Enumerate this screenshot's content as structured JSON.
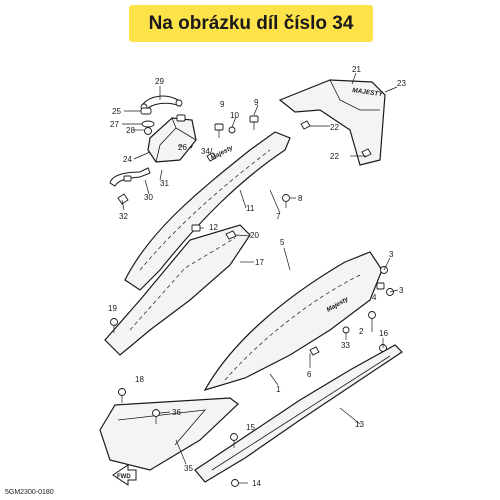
{
  "banner": {
    "text": "Na obrázku díl číslo 34",
    "color": "#fde24a"
  },
  "diagram": {
    "code": "5GM2300-0180",
    "brand_text_front": "Majesty",
    "brand_text_tail": "MAJESTY",
    "fwd_label": "FWD",
    "callouts": [
      "29",
      "25",
      "27",
      "28",
      "26",
      "24",
      "31",
      "30",
      "32",
      "10",
      "9",
      "9",
      "34",
      "11",
      "7",
      "8",
      "12",
      "20",
      "21",
      "23",
      "22",
      "22",
      "5",
      "17",
      "3",
      "3",
      "4",
      "19",
      "18",
      "2",
      "16",
      "33",
      "6",
      "1",
      "13",
      "36",
      "35",
      "15",
      "14"
    ]
  }
}
